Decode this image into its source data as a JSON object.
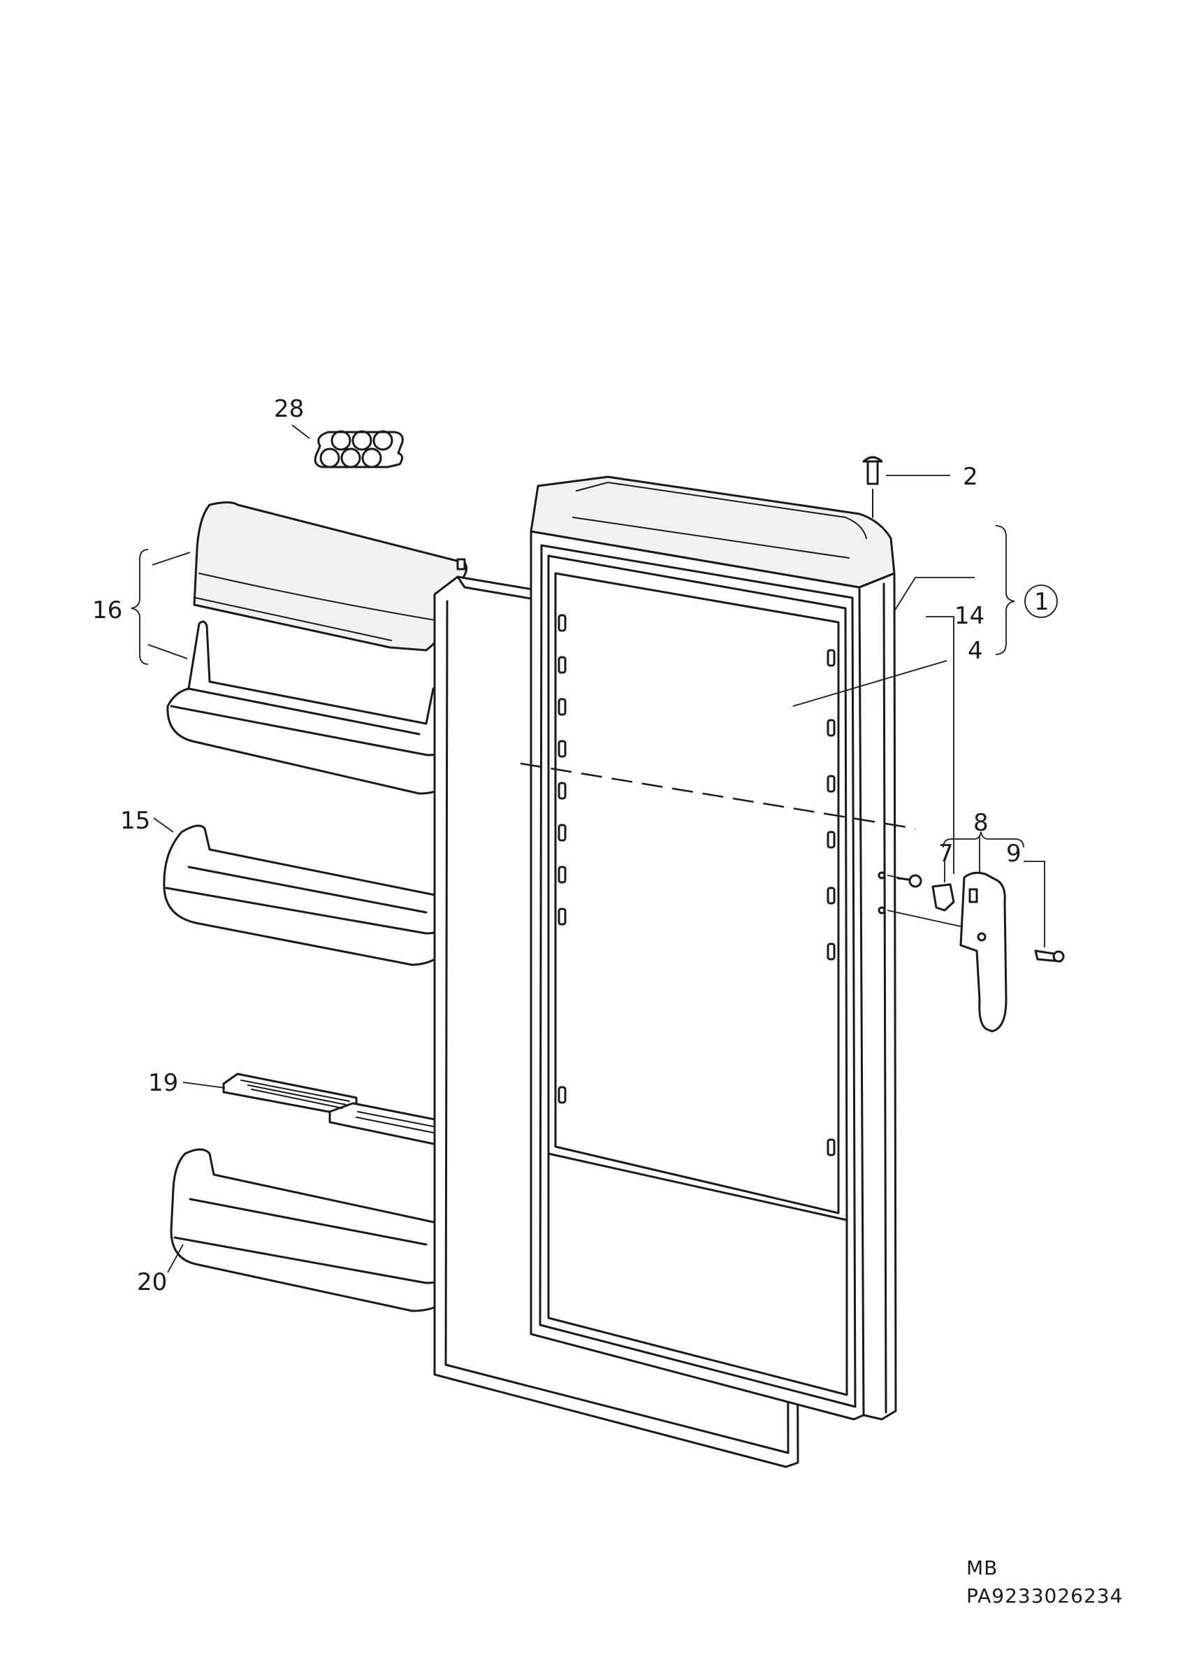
{
  "callouts": {
    "c1": "1",
    "c2": "2",
    "c4": "4",
    "c7": "7",
    "c8": "8",
    "c9": "9",
    "c14": "14",
    "c15": "15",
    "c16": "16",
    "c19": "19",
    "c20": "20",
    "c28": "28"
  },
  "footer": {
    "line1": "MB",
    "line2": "PA9233026234"
  },
  "colors": {
    "ink": "#1a1a1a",
    "background": "#ffffff"
  }
}
